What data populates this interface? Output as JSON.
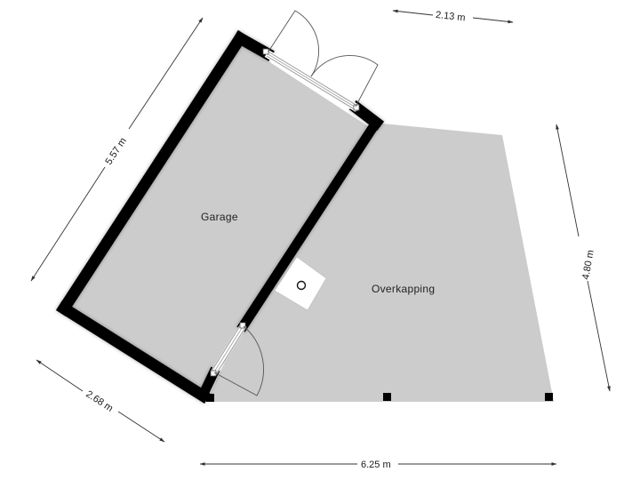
{
  "colors": {
    "background": "#ffffff",
    "floor": "#cccccc",
    "wall": "#000000",
    "chimney": "#ffffff",
    "dimension_line": "#333333",
    "label_text": "#222222"
  },
  "rooms": [
    {
      "id": "garage",
      "label": "Garage"
    },
    {
      "id": "overkapping",
      "label": "Overkapping"
    }
  ],
  "dimensions": {
    "top": "2.13 m",
    "left_long": "5.57 m",
    "right": "4.80 m",
    "bottom_left": "2.68 m",
    "bottom": "6.25 m"
  },
  "elements": {
    "double_door": "double-door",
    "side_door": "single-door",
    "chimney": "chimney-flue",
    "posts_count": "3"
  }
}
